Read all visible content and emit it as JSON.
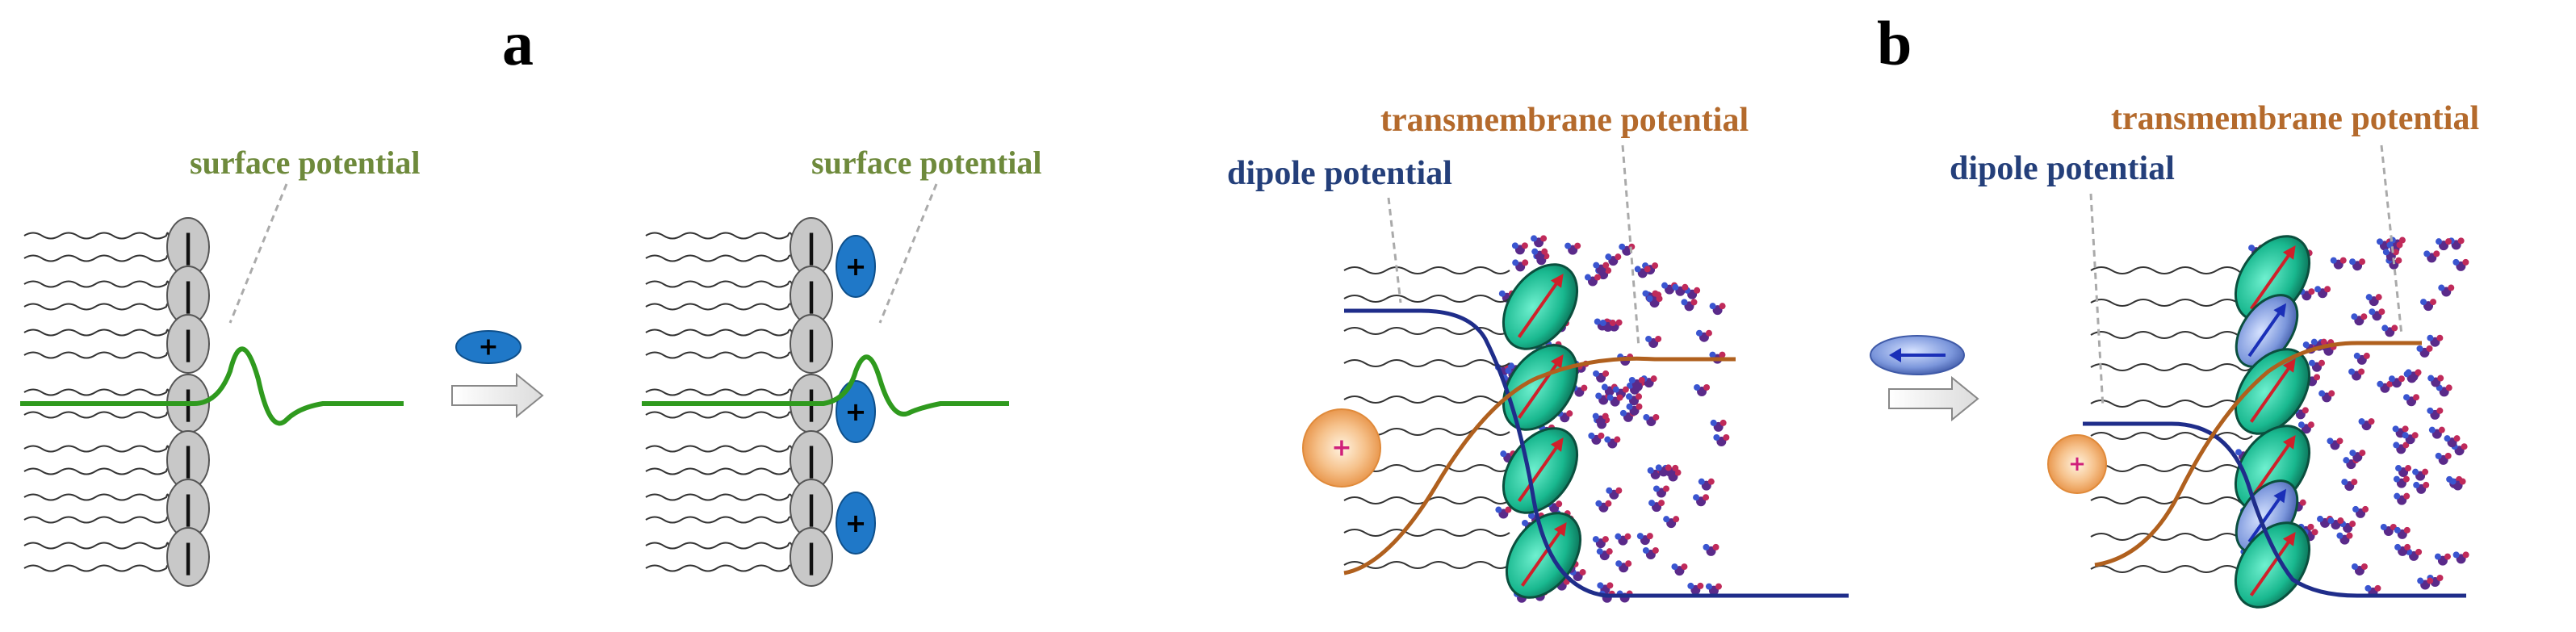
{
  "panels": {
    "a": {
      "letter": "a",
      "left_label": "surface potential",
      "right_label": "surface potential"
    },
    "b": {
      "letter": "b",
      "left_transmembrane_label": "transmembrane potential",
      "left_dipole_label": "dipole potential",
      "right_transmembrane_label": "transmembrane potential",
      "right_dipole_label": "dipole potential"
    }
  },
  "symbols": {
    "negative_charge": "|",
    "positive_charge": "+"
  },
  "colors": {
    "surface_potential_curve": "#2f9a1e",
    "cation": "#1f78c8",
    "dipole_potential_curve": "#1f2d8a",
    "transmembrane_potential_curve": "#b0601e",
    "dipole_molecule": "#20c6a0",
    "inserted_dipole": "#6f8fd8",
    "water": "#5a2a8a"
  }
}
